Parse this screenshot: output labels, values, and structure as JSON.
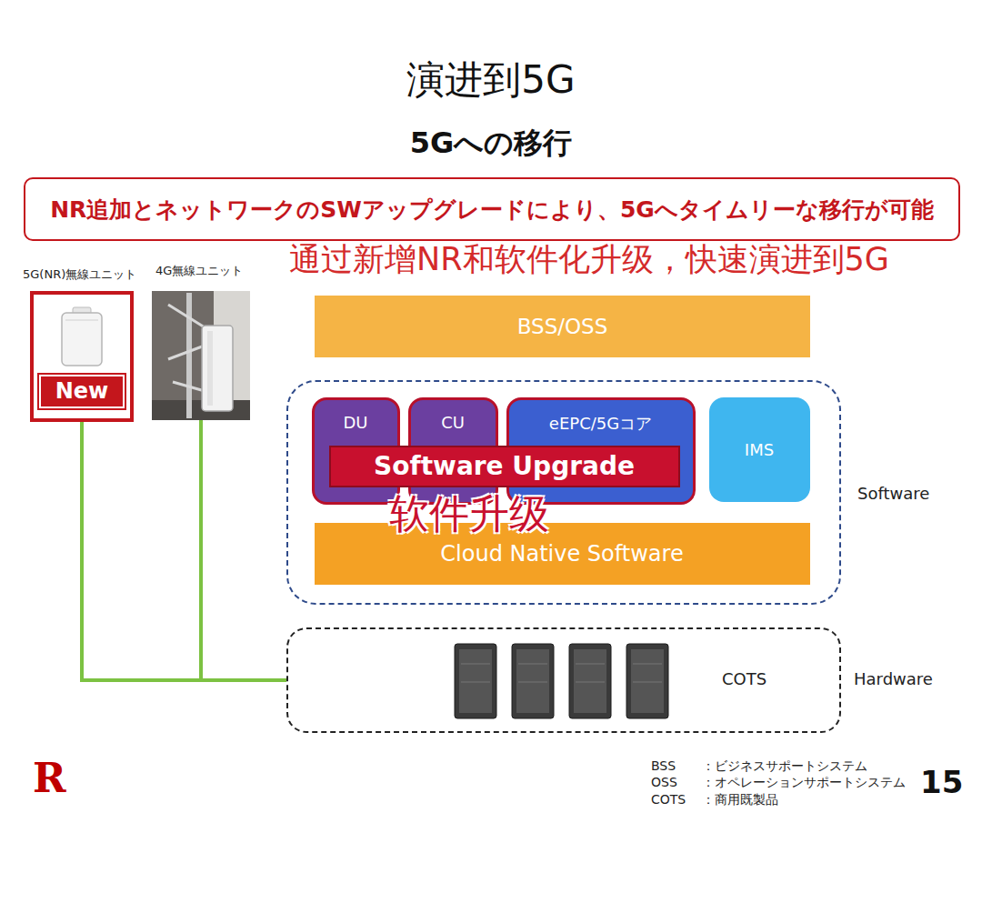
{
  "diagram": {
    "title": "演进到5G",
    "nodes": [
      {
        "text": [
          "NR追加とネットワークのSWアップグレードにより、5Gへタイムリーな移行が可能"
        ]
      },
      {
        "text": [
          "5G(NR)無線ユニット",
          "New"
        ]
      },
      {
        "text": [
          "4G無線ユニット"
        ]
      },
      {
        "text": [
          "BSS/OSS"
        ]
      },
      {
        "text": [
          "Software"
        ]
      },
      {
        "text": [
          "DU"
        ],
        "in": 4
      },
      {
        "text": [
          "CU"
        ],
        "in": 4
      },
      {
        "text": [
          "eEPC/5Gコア"
        ],
        "in": 4
      },
      {
        "text": [
          "IMS"
        ],
        "in": 4
      },
      {
        "text": [
          "Cloud Native Software"
        ],
        "in": 4
      },
      {
        "text": [
          "Software Upgrade"
        ],
        "in": 4
      },
      {
        "text": [
          "COTS",
          "Hardware"
        ]
      }
    ],
    "edges": [
      {
        "from": 1,
        "to": 11,
        "arrow": "none"
      },
      {
        "from": 2,
        "to": 11,
        "arrow": "none"
      }
    ],
    "labels": [
      "5Gへの移行",
      "通过新增NR和软件化升级，快速演进到5G",
      "软件升级",
      "BSS",
      "：ビジネスサポートシステム",
      "OSS",
      "：オペレーションサポートシステム",
      "COTS",
      "：商用既製品",
      "15",
      "R"
    ]
  }
}
